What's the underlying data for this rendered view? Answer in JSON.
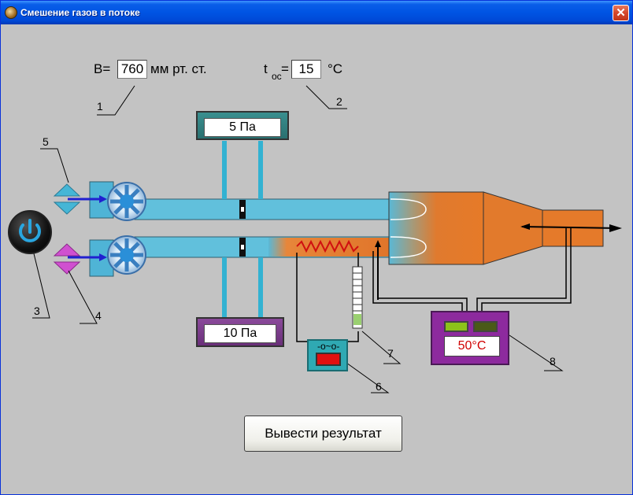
{
  "window": {
    "title": "Смешение газов в потоке",
    "close": "✕"
  },
  "pressure": {
    "label_pre": "B=",
    "value": "760",
    "unit": "мм рт. ст."
  },
  "temperature": {
    "label_t": "t",
    "label_sub": "ос",
    "label_eq": "=",
    "value": "15",
    "unit": "°C"
  },
  "gauges": {
    "top": "5 Па",
    "bottom": "10 Па"
  },
  "controller": {
    "temp": "50°C"
  },
  "callouts": {
    "c1": "1",
    "c2": "2",
    "c3": "3",
    "c4": "4",
    "c5": "5",
    "c6": "6",
    "c7": "7",
    "c8": "8"
  },
  "heater": {
    "symbol": "-o~o-"
  },
  "button": {
    "label": "Вывести результат"
  },
  "colors": {
    "titlebar": "#0054e3",
    "pipe": "#5ab8d6",
    "hot": "#e07a2e",
    "controller": "#8d2a9e",
    "gauge_top": "#2a7070"
  }
}
